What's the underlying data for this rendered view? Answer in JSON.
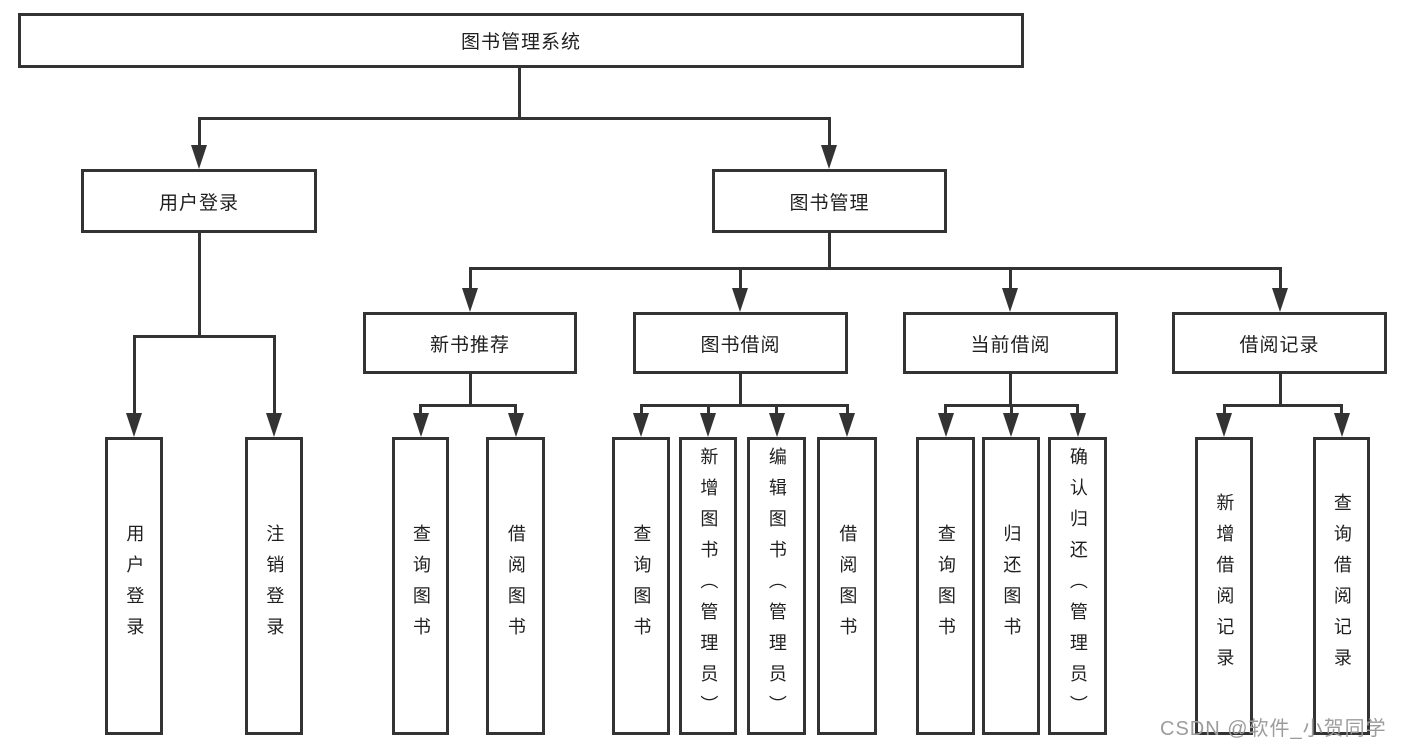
{
  "diagram": {
    "type": "tree",
    "root": {
      "label": "图书管理系统"
    },
    "branches": [
      {
        "label": "用户登录",
        "children": [
          {
            "label": "用户登录"
          },
          {
            "label": "注销登录"
          }
        ]
      },
      {
        "label": "图书管理",
        "children": [
          {
            "label": "新书推荐",
            "children": [
              {
                "label": "查询图书"
              },
              {
                "label": "借阅图书"
              }
            ]
          },
          {
            "label": "图书借阅",
            "children": [
              {
                "label": "查询图书"
              },
              {
                "label": "新增图书（管理员）"
              },
              {
                "label": "编辑图书（管理员）"
              },
              {
                "label": "借阅图书"
              }
            ]
          },
          {
            "label": "当前借阅",
            "children": [
              {
                "label": "查询图书"
              },
              {
                "label": "归还图书"
              },
              {
                "label": "确认归还（管理员）"
              }
            ]
          },
          {
            "label": "借阅记录",
            "children": [
              {
                "label": "新增借阅记录"
              },
              {
                "label": "查询借阅记录"
              }
            ]
          }
        ]
      }
    ]
  },
  "watermark": {
    "text": "CSDN @软件_小贺同学"
  },
  "colors": {
    "line": "#333333",
    "text": "#1f1f1f",
    "background": "#ffffff",
    "watermark": "#9c9c9c"
  }
}
